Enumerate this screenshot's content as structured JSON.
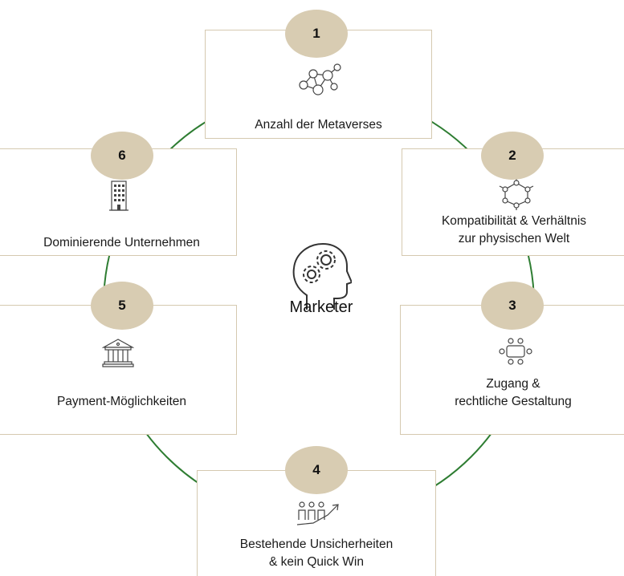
{
  "center": {
    "label": "Marketer",
    "icon": "head-gears-icon"
  },
  "colors": {
    "ring": "#2e7d32",
    "badge": "#d8ccb2",
    "box_border": "#d5c9b0"
  },
  "items": [
    {
      "number": "1",
      "label": "Anzahl der Metaverses",
      "icon": "network-people-icon"
    },
    {
      "number": "2",
      "label_lines": [
        "Kompatibilität & Verhältnis",
        "zur physischen Welt"
      ],
      "icon": "connected-nodes-icon"
    },
    {
      "number": "3",
      "label_lines": [
        "Zugang &",
        "rechtliche Gestaltung"
      ],
      "icon": "meeting-table-icon"
    },
    {
      "number": "4",
      "label_lines": [
        "Bestehende Unsicherheiten",
        "& kein Quick Win"
      ],
      "icon": "people-growth-arrow-icon"
    },
    {
      "number": "5",
      "label": "Payment-Möglichkeiten",
      "icon": "bank-icon"
    },
    {
      "number": "6",
      "label": "Dominierende Unternehmen",
      "icon": "office-building-icon"
    }
  ]
}
